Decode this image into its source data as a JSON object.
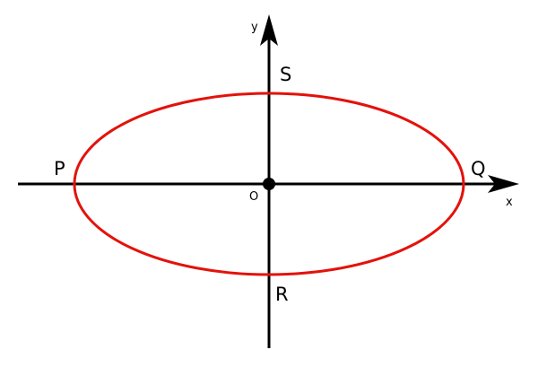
{
  "axes": {
    "x_label": "x",
    "y_label": "y",
    "origin_label": "O"
  },
  "points": {
    "p": "P",
    "q": "Q",
    "r": "R",
    "s": "S"
  },
  "colors": {
    "ellipse": "#e3120b",
    "axes": "#000000"
  }
}
